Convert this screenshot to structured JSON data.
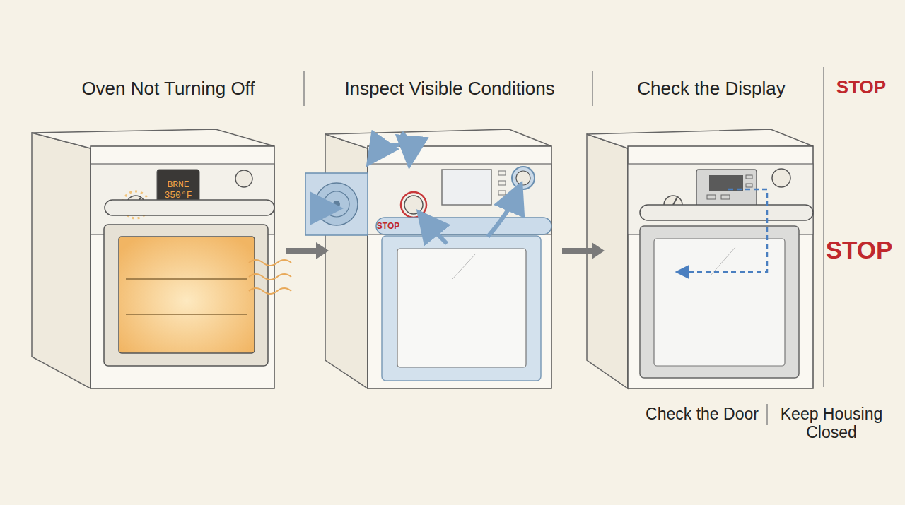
{
  "diagram": {
    "nodes": [
      {
        "text": [
          "Oven Not Turning Off"
        ]
      },
      {
        "text": [
          "BRNE 350°F"
        ],
        "in": 0
      },
      {
        "text": [
          "Inspect Visible Conditions"
        ]
      },
      {
        "text": [
          "Check the Display"
        ]
      }
    ],
    "edges": [
      {
        "from": 0,
        "to": 2,
        "arrow": "to"
      },
      {
        "from": 2,
        "to": 3,
        "arrow": "to"
      }
    ],
    "labels": [
      "STOP",
      "STOP",
      "STOP",
      "Check the Door",
      "Keep Housing Closed"
    ]
  }
}
